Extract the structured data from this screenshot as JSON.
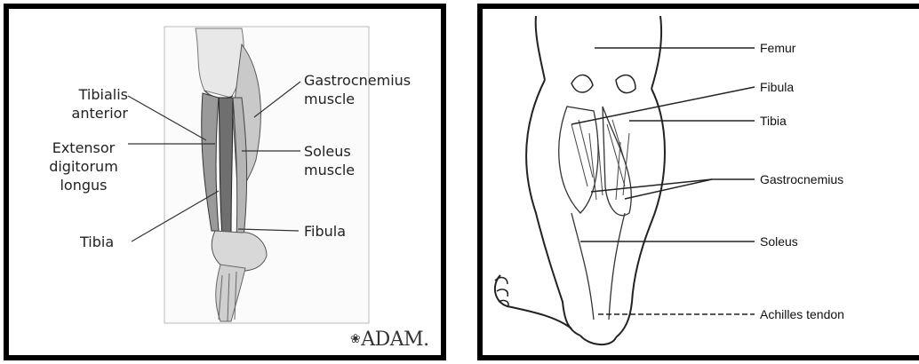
{
  "left_panel": {
    "labels": {
      "tibialis_anterior": [
        "Tibialis",
        "anterior"
      ],
      "extensor": [
        "Extensor",
        "digitorum",
        "longus"
      ],
      "tibia": "Tibia",
      "gastrocnemius": [
        "Gastrocnemius",
        "muscle"
      ],
      "soleus": [
        "Soleus",
        "muscle"
      ],
      "fibula": "Fibula"
    },
    "logo_text": "ADAM."
  },
  "right_panel": {
    "labels": {
      "femur": "Femur",
      "fibula": "Fibula",
      "tibia": "Tibia",
      "gastrocnemius": "Gastrocnemius",
      "soleus": "Soleus",
      "achilles": "Achilles tendon"
    }
  },
  "colors": {
    "frame": "#000000",
    "line": "#333333",
    "muscle": "#8a8a8a"
  }
}
